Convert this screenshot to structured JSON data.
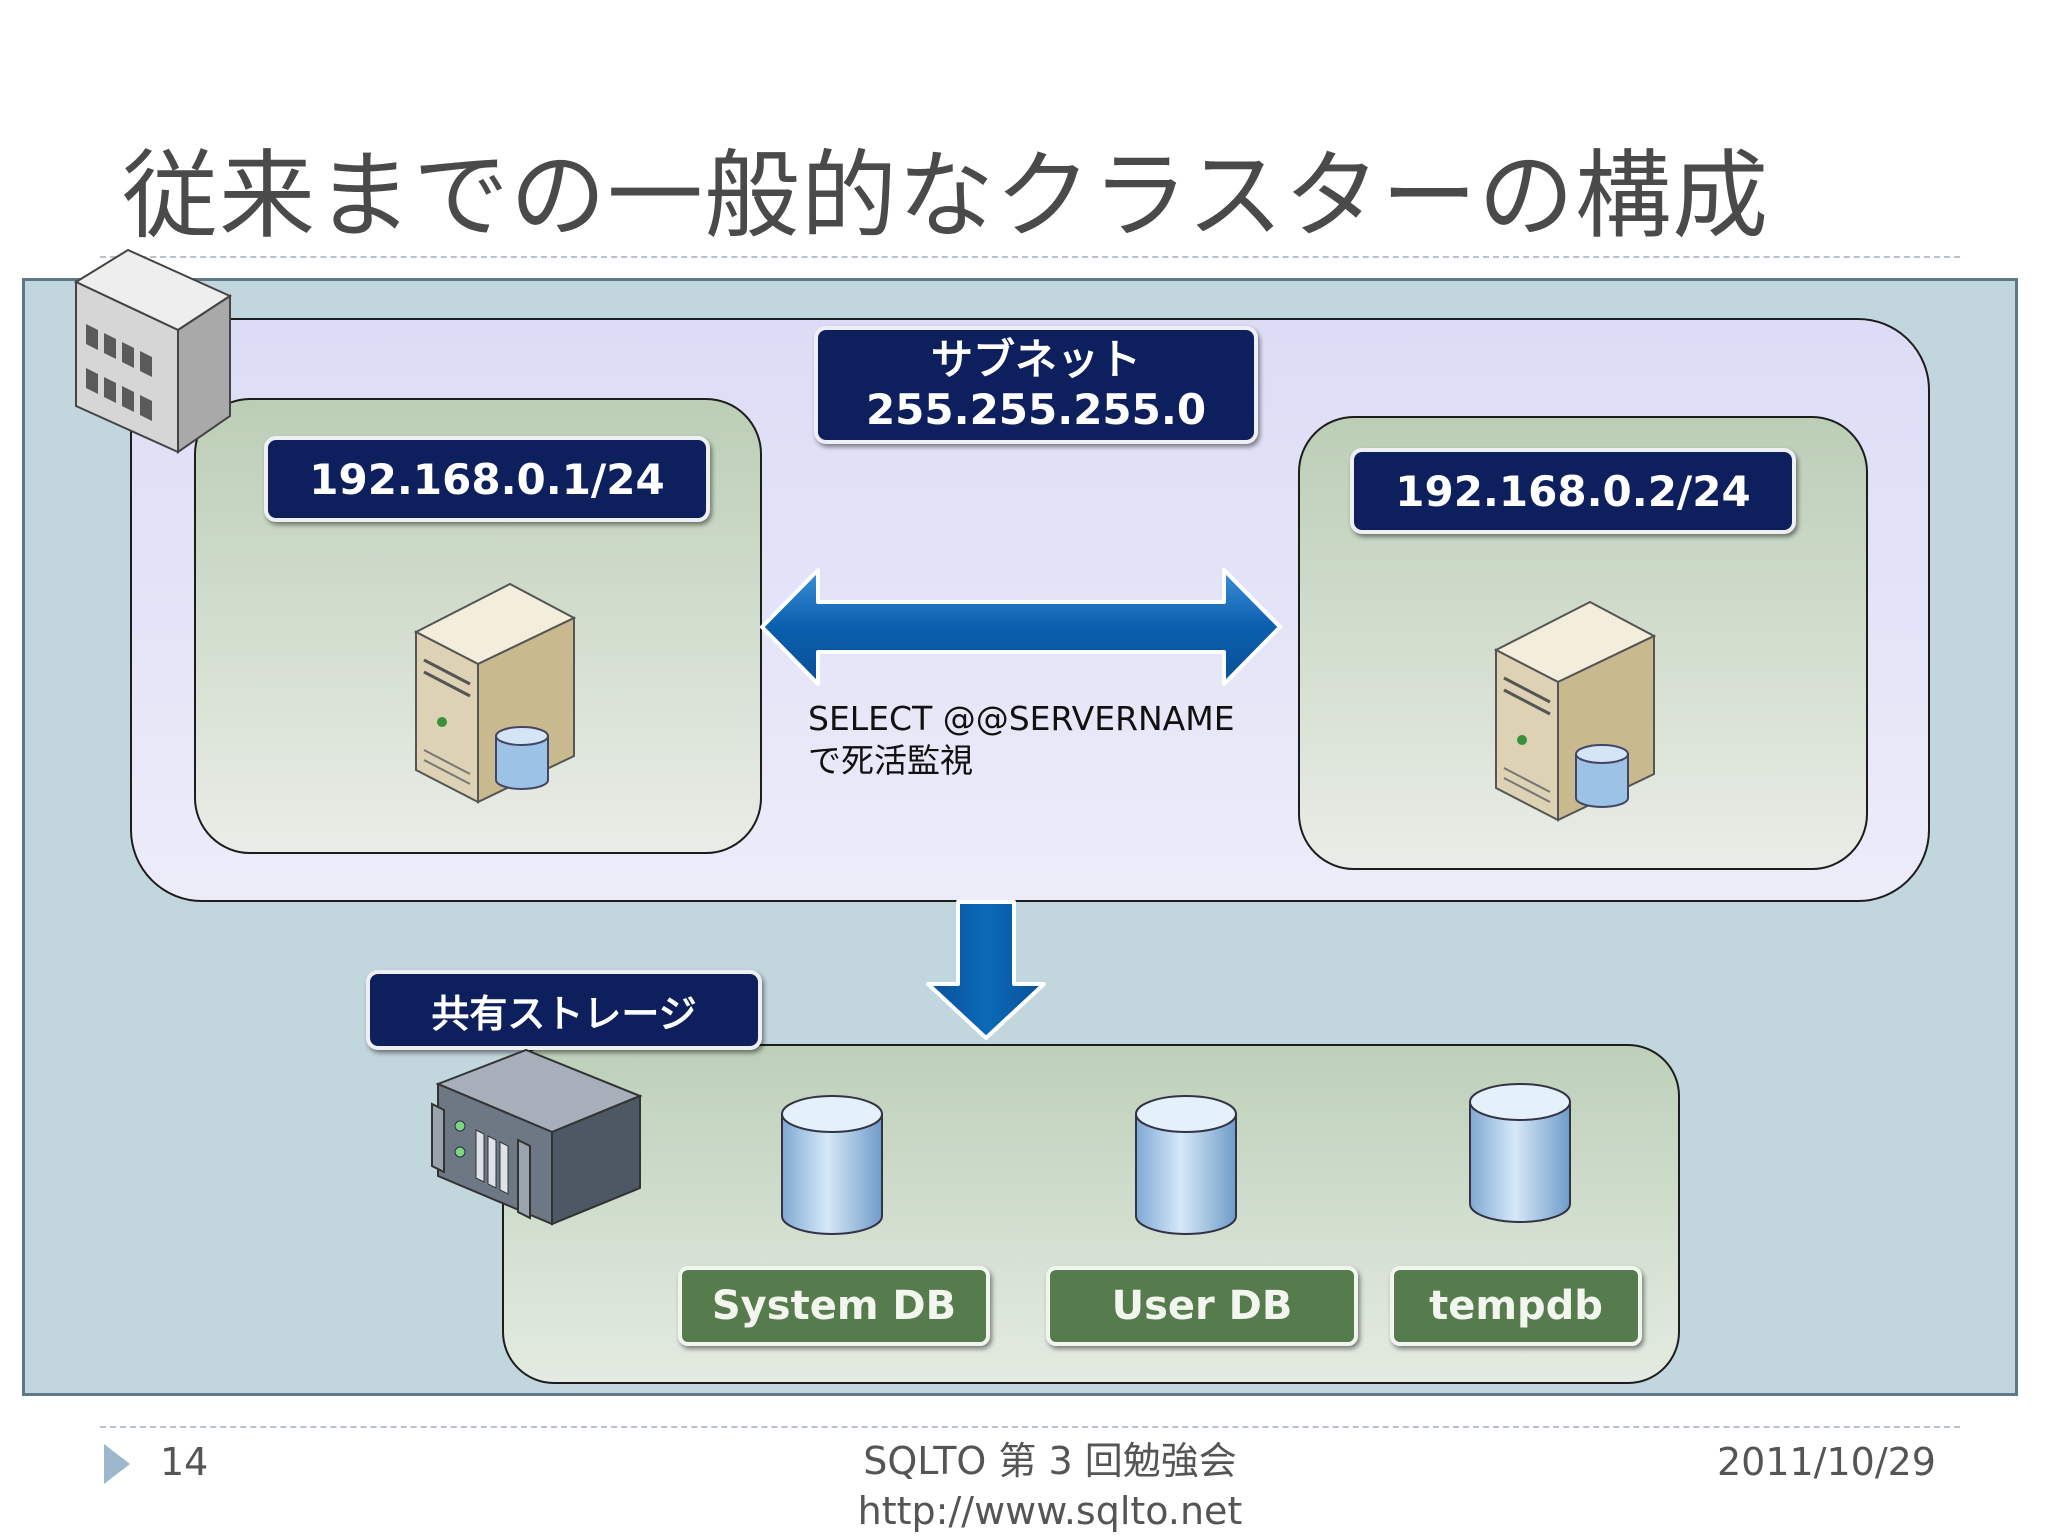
{
  "slide": {
    "title": "従来までの一般的なクラスターの構成"
  },
  "diagram": {
    "subnet": {
      "name": "サブネット",
      "mask": "255.255.255.0"
    },
    "nodes": [
      {
        "ip": "192.168.0.1/24",
        "icon": "server-icon"
      },
      {
        "ip": "192.168.0.2/24",
        "icon": "server-icon"
      }
    ],
    "heartbeat": {
      "line1": "SELECT @@SERVERNAME",
      "line2": "で死活監視",
      "icon": "double-arrow-icon"
    },
    "shared_storage": {
      "label": "共有ストレージ",
      "icon": "storage-array-icon",
      "databases": [
        "System DB",
        "User DB",
        "tempdb"
      ]
    },
    "site_icon": "building-icon"
  },
  "footer": {
    "page_number": "14",
    "event": "SQLTO 第 3 回勉強会",
    "url": "http://www.sqlto.net",
    "date": "2011/10/29"
  },
  "colors": {
    "label_navy": "#0e1f5e",
    "label_green": "#567b4c",
    "arrow_blue": "#0a6ab8",
    "panel_bg": "#c2d6dd",
    "subnet_bg": "#dcdcf6"
  }
}
